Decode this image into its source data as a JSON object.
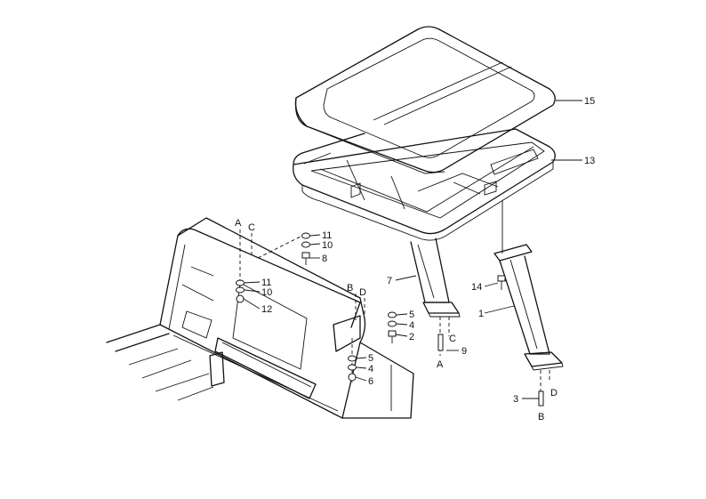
{
  "labels": {
    "l15": "15",
    "l13": "13",
    "l7": "7",
    "l14": "14",
    "l1": "1",
    "l9": "9",
    "l3": "3",
    "lA1": "A",
    "lC1": "C",
    "lB1": "B",
    "lD1": "D",
    "lA2": "A",
    "lC2": "C",
    "lB2": "B",
    "lD2": "D",
    "l11a": "11",
    "l10a": "10",
    "l8": "8",
    "l11b": "11",
    "l10b": "10",
    "l12": "12",
    "l5a": "5",
    "l4a": "4",
    "l2": "2",
    "l5b": "5",
    "l4b": "4",
    "l6": "6"
  }
}
